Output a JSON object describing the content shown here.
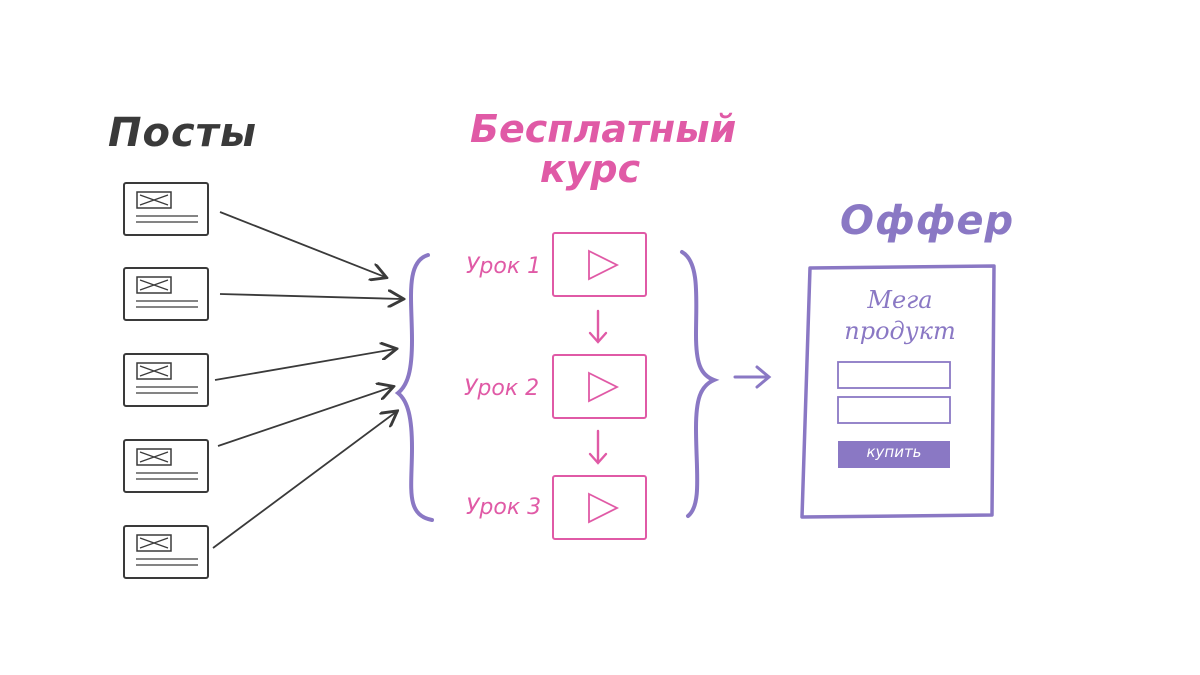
{
  "titles": {
    "posts": "Посты",
    "course_line1": "Бесплатный",
    "course_line2": "курс",
    "offer": "Оффер"
  },
  "lessons": [
    {
      "label": "Урок 1"
    },
    {
      "label": "Урок 2"
    },
    {
      "label": "Урок 3"
    }
  ],
  "offer_card": {
    "product_line1": "Мега",
    "product_line2": "продукт",
    "buy_button": "купить"
  },
  "colors": {
    "posts": "#3a3a3a",
    "course": "#e05aa6",
    "offer": "#8a78c4"
  }
}
